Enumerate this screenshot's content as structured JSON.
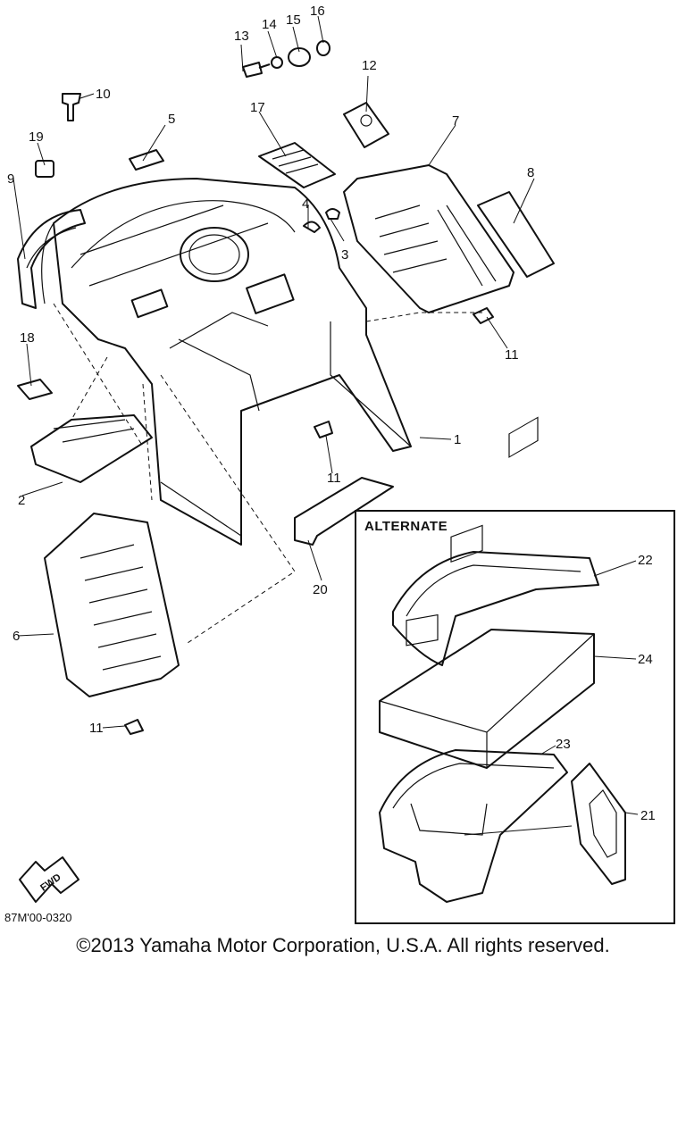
{
  "callouts": [
    "1",
    "2",
    "3",
    "4",
    "5",
    "6",
    "7",
    "8",
    "9",
    "10",
    "11",
    "11",
    "11",
    "11",
    "12",
    "13",
    "14",
    "15",
    "16",
    "17",
    "18",
    "19",
    "20",
    "21",
    "22",
    "23",
    "24"
  ],
  "alternate": {
    "title": "ALTERNATE"
  },
  "fwd_label": "FWD",
  "figure_code": "87M'00-0320",
  "copyright": "©2013 Yamaha Motor Corporation, U.S.A. All rights reserved."
}
